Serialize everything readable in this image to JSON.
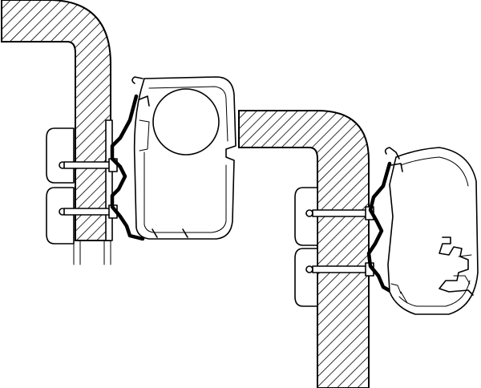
{
  "diagram": {
    "colors": {
      "line": "#000000",
      "background": "#ffffff",
      "hatch": "#000000"
    },
    "figures": [
      {
        "name": "left-assembly",
        "parts": [
          "wall-section",
          "mounting-bracket",
          "clamp-plate-upper",
          "clamp-plate-lower",
          "bolt-upper",
          "bolt-lower",
          "awning-case",
          "roller-tube"
        ]
      },
      {
        "name": "right-assembly",
        "parts": [
          "wall-section",
          "mounting-bracket",
          "clamp-plate-upper",
          "clamp-plate-lower",
          "bolt-upper",
          "bolt-lower",
          "awning-case"
        ]
      }
    ]
  }
}
